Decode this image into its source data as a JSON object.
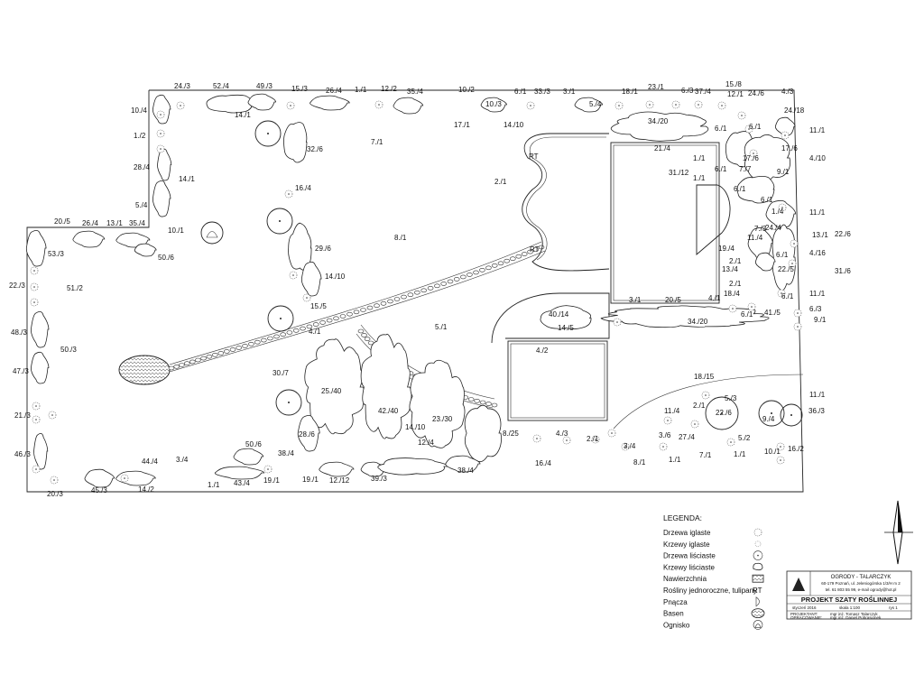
{
  "plan_labels": [
    "10./4",
    "24./3",
    "52./4",
    "49./3",
    "15./3",
    "26./4",
    "1./1",
    "12./2",
    "35./4",
    "10./2",
    "6./1",
    "33./3",
    "3./1",
    "18./1",
    "23./1",
    "6./3",
    "37./4",
    "15./8",
    "12./1",
    "24./6",
    "4./3",
    "14./1",
    "10./3",
    "14./10",
    "5./4",
    "34./20",
    "17./1",
    "24./18",
    "1./2",
    "32./6",
    "7./1",
    "21./4",
    "6./1",
    "6./1",
    "11./1",
    "17./6",
    "17./6",
    "28./4",
    "1./1",
    "31./12",
    "6./1",
    "7./7",
    "9./1",
    "4./10",
    "14./1",
    "2./1",
    "16./4",
    "1./1",
    "6./1",
    "6./1",
    "5./4",
    "1./4",
    "11./1",
    "20./5",
    "26./4",
    "13./1",
    "35./4",
    "10./1",
    "8./1",
    "29./6",
    "11./4",
    "7./3",
    "24./4",
    "13./1",
    "22./6",
    "53./3",
    "50./6",
    "19./4",
    "6./1",
    "2./1",
    "4./16",
    "13./4",
    "22./5",
    "31./6",
    "22./3",
    "51./2",
    "14./10",
    "2./1",
    "18./4",
    "6./1",
    "11./1",
    "15./5",
    "3./1",
    "20./5",
    "4./1",
    "6./1",
    "41./5",
    "6./3",
    "9./1",
    "48./3",
    "40./14",
    "34./20",
    "4./1",
    "5./1",
    "14./5",
    "50./3",
    "4./2",
    "47./3",
    "30./7",
    "18./15",
    "25./40",
    "11./1",
    "5./3",
    "21./3",
    "42./40",
    "11./4",
    "2./1",
    "22./6",
    "9./4",
    "36./3",
    "23./30",
    "14./10",
    "28./6",
    "8./25",
    "4./3",
    "2./1",
    "12./4",
    "27./4",
    "3./6",
    "5./2",
    "10./1",
    "16./2",
    "3./4",
    "46./3",
    "50./6",
    "38./4",
    "3./4",
    "44./4",
    "8./1",
    "7./1",
    "1./1",
    "1./1",
    "16./4",
    "38./4",
    "19./1",
    "19./1",
    "43./4",
    "1./1",
    "12./12",
    "39./3",
    "14./2",
    "20./3",
    "45./3",
    "RT",
    "RT"
  ],
  "legend": {
    "title": "LEGENDA:",
    "items": [
      {
        "label": "Drzewa iglaste",
        "icon": "conifer-tree-icon"
      },
      {
        "label": "Krzewy iglaste",
        "icon": "conifer-shrub-icon"
      },
      {
        "label": "Drzewa liściaste",
        "icon": "deciduous-tree-icon"
      },
      {
        "label": "Krzewy liściaste",
        "icon": "deciduous-shrub-icon"
      },
      {
        "label": "Nawierzchnia",
        "icon": "paving-icon"
      },
      {
        "label": "Rośliny jednoroczne, tulipany",
        "icon": "rt-icon",
        "symbol": "RT"
      },
      {
        "label": "Pnącza",
        "icon": "climber-icon"
      },
      {
        "label": "Basen",
        "icon": "pool-icon"
      },
      {
        "label": "Ognisko",
        "icon": "firepit-icon"
      }
    ]
  },
  "title_block": {
    "company": "OGRODY - TALARCZYK",
    "address": "60-179 Poznań, ul. Jeleniogórska 1/3/H m 2",
    "contact": "tel. 61 803 55 99, e-mail ogrody@hot.pl",
    "project": "PROJEKT SZATY ROŚLINNEJ",
    "date": "styczeń 2016",
    "scale": "skala 1:100",
    "sheet": "rys 1",
    "designer_label": "PROJEKTANT:",
    "designer": "mgr inż. Tomasz Talarczyk",
    "drafter_label": "OPRACOWANIE:",
    "drafter": "mgr inż. Daniel Pohrasionek"
  }
}
